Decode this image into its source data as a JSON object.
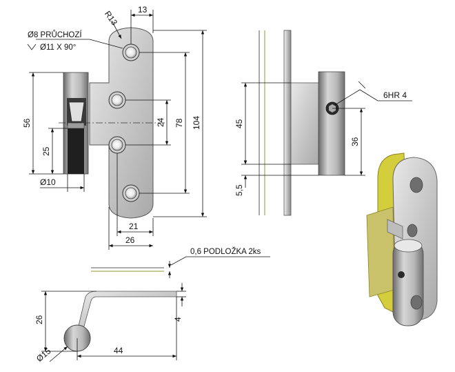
{
  "callouts": {
    "hole_thru": "Ø8 PRŮCHOZÍ",
    "countersink": "Ø11 X 90°",
    "radius": "R13",
    "hex": "6HR 4",
    "washer": "0,6 PODLOŽKA 2ks"
  },
  "dimensions": {
    "width_top": "13",
    "h56": "56",
    "h25": "25",
    "d10": "Ø10",
    "h24": "24",
    "h78": "78",
    "h104": "104",
    "w21": "21",
    "w26": "26",
    "h45": "45",
    "h5_5": "5,5",
    "h36": "36",
    "h26": "26",
    "t4": "4",
    "d15": "Ø15",
    "w44": "44"
  },
  "colors": {
    "steel_light": "#d9d9d9",
    "steel_dark": "#6e6e6e",
    "washer_yellow": "#c8c12a",
    "line": "#111111"
  }
}
